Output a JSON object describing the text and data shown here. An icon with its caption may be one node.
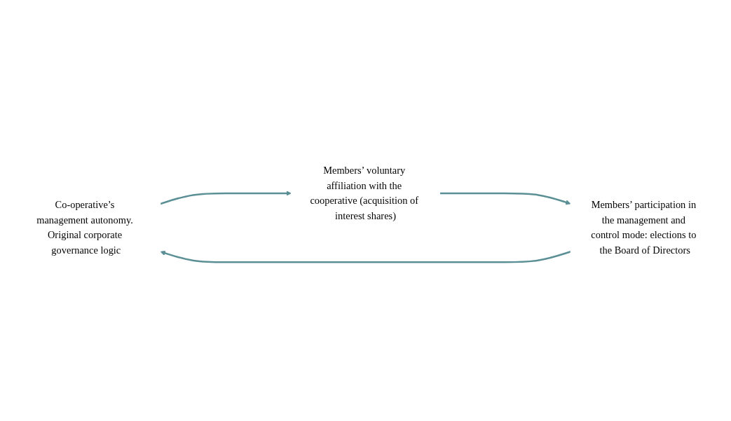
{
  "diagram": {
    "nodes": [
      {
        "text": [
          "Co-operative’s management autonomy. Original corporate governance logic"
        ]
      },
      {
        "text": [
          "Members’ voluntary affiliation with the cooperative (acquisition of interest shares)"
        ]
      },
      {
        "text": [
          "Members’ participation in the management and control mode: elections to the Board of Directors"
        ]
      }
    ],
    "edges": [
      {
        "from": 0,
        "to": 1,
        "arrow": "to"
      },
      {
        "from": 1,
        "to": 2,
        "arrow": "to"
      },
      {
        "from": 2,
        "to": 0,
        "arrow": "to"
      }
    ]
  }
}
